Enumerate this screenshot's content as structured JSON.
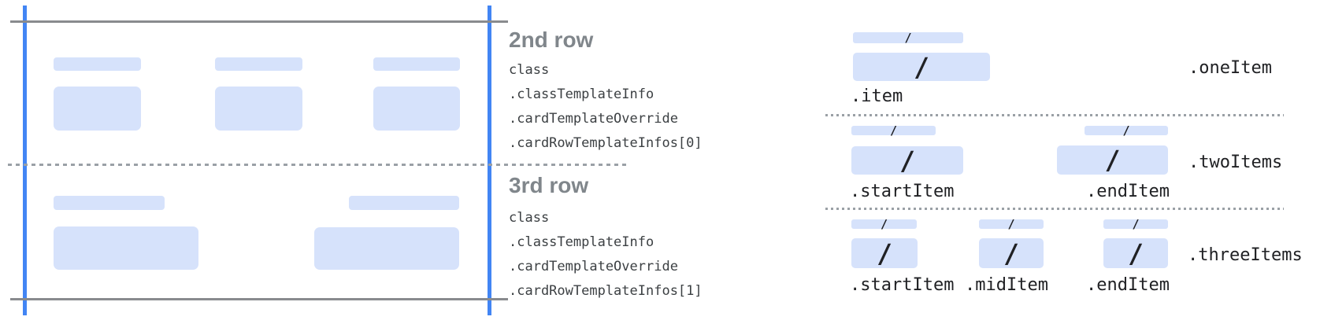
{
  "colors": {
    "placeholder_blue": "#d6e2fb",
    "guide_blue": "#4285f4",
    "boundary_gray": "#898b8e",
    "dash_gray": "#9aa0a6",
    "heading_gray": "#80868b",
    "code_text": "#3c4043",
    "label_text": "#202124",
    "slash": "#202124"
  },
  "row_annotations": [
    {
      "heading": "2nd row",
      "code_lines": [
        "class",
        ".classTemplateInfo",
        ".cardTemplateOverride",
        ".cardRowTemplateInfos[0]"
      ]
    },
    {
      "heading": "3rd row",
      "code_lines": [
        "class",
        ".classTemplateInfo",
        ".cardTemplateOverride",
        ".cardRowTemplateInfos[1]"
      ]
    }
  ],
  "item_layouts": {
    "slash_glyph": "/",
    "sections": [
      {
        "label": ".oneItem",
        "item_labels": [
          ".item"
        ]
      },
      {
        "label": ".twoItems",
        "item_labels": [
          ".startItem",
          ".endItem"
        ]
      },
      {
        "label": ".threeItems",
        "item_labels": [
          ".startItem",
          ".midItem",
          ".endItem"
        ]
      }
    ]
  }
}
